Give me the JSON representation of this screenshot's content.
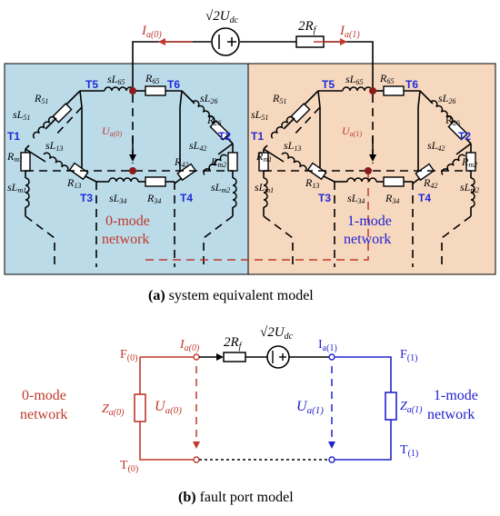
{
  "top": {
    "source_top": "√2U",
    "source_top_sub": "dc",
    "resistor_top": "2R",
    "resistor_top_sub": "f",
    "current_left": "I",
    "current_left_sub": "a(0)",
    "current_right": "I",
    "current_right_sub": "a(1)",
    "left": {
      "voltage": "U",
      "voltage_sub": "a(0)",
      "network_label_1": "0-mode",
      "network_label_2": "network",
      "terminals": [
        "T1",
        "T2",
        "T3",
        "T4",
        "T5",
        "T6"
      ],
      "labels": {
        "sL65": "sL",
        "sL65_sub": "65",
        "R65": "R",
        "R65_sub": "65",
        "R51": "R",
        "R51_sub": "51",
        "sL51": "sL",
        "sL51_sub": "51",
        "sL26": "sL",
        "sL26_sub": "26",
        "R26": "R",
        "R26_sub": "26",
        "sL13": "sL",
        "sL13_sub": "13",
        "Rm1": "R",
        "Rm1_sub": "m1",
        "sLm1": "sL",
        "sLm1_sub": "m1",
        "R13": "R",
        "R13_sub": "13",
        "sL34": "sL",
        "sL34_sub": "34",
        "R34": "R",
        "R34_sub": "34",
        "sL42": "sL",
        "sL42_sub": "42",
        "R42": "R",
        "R42_sub": "42",
        "Rm2": "R",
        "Rm2_sub": "m2",
        "sLm2": "sL",
        "sLm2_sub": "m2"
      }
    },
    "right": {
      "voltage": "U",
      "voltage_sub": "a(1)",
      "network_label_1": "1-mode",
      "network_label_2": "network",
      "R26_upright": "R",
      "R26_upright_sub": "26"
    },
    "caption_tag": "(a)",
    "caption_text": " system equivalent model",
    "colors": {
      "left_bg": "#bcdbe9",
      "right_bg": "#f6d8bf"
    }
  },
  "bottom": {
    "F0": "F",
    "F0_sub": "(0)",
    "T0": "T",
    "T0_sub": "(0)",
    "F1": "F",
    "F1_sub": "(1)",
    "T1": "T",
    "T1_sub": "(1)",
    "Z0": "Z",
    "Z0_sub": "a(0)",
    "Z1": "Z",
    "Z1_sub": "a(1)",
    "I0": "I",
    "I0_sub": "a(0)",
    "I1": "I",
    "I1_sub": "a(1)",
    "U0": "U",
    "U0_sub": "a(0)",
    "U1": "U",
    "U1_sub": "a(1)",
    "resistor": "2R",
    "resistor_sub": "f",
    "source": "√2U",
    "source_sub": "dc",
    "left_net_1": "0-mode",
    "left_net_2": "network",
    "right_net_1": "1-mode",
    "right_net_2": "network",
    "caption_tag": "(b)",
    "caption_text": " fault port model",
    "colors": {
      "red": "#c0392b",
      "blue": "#2222d0"
    }
  }
}
